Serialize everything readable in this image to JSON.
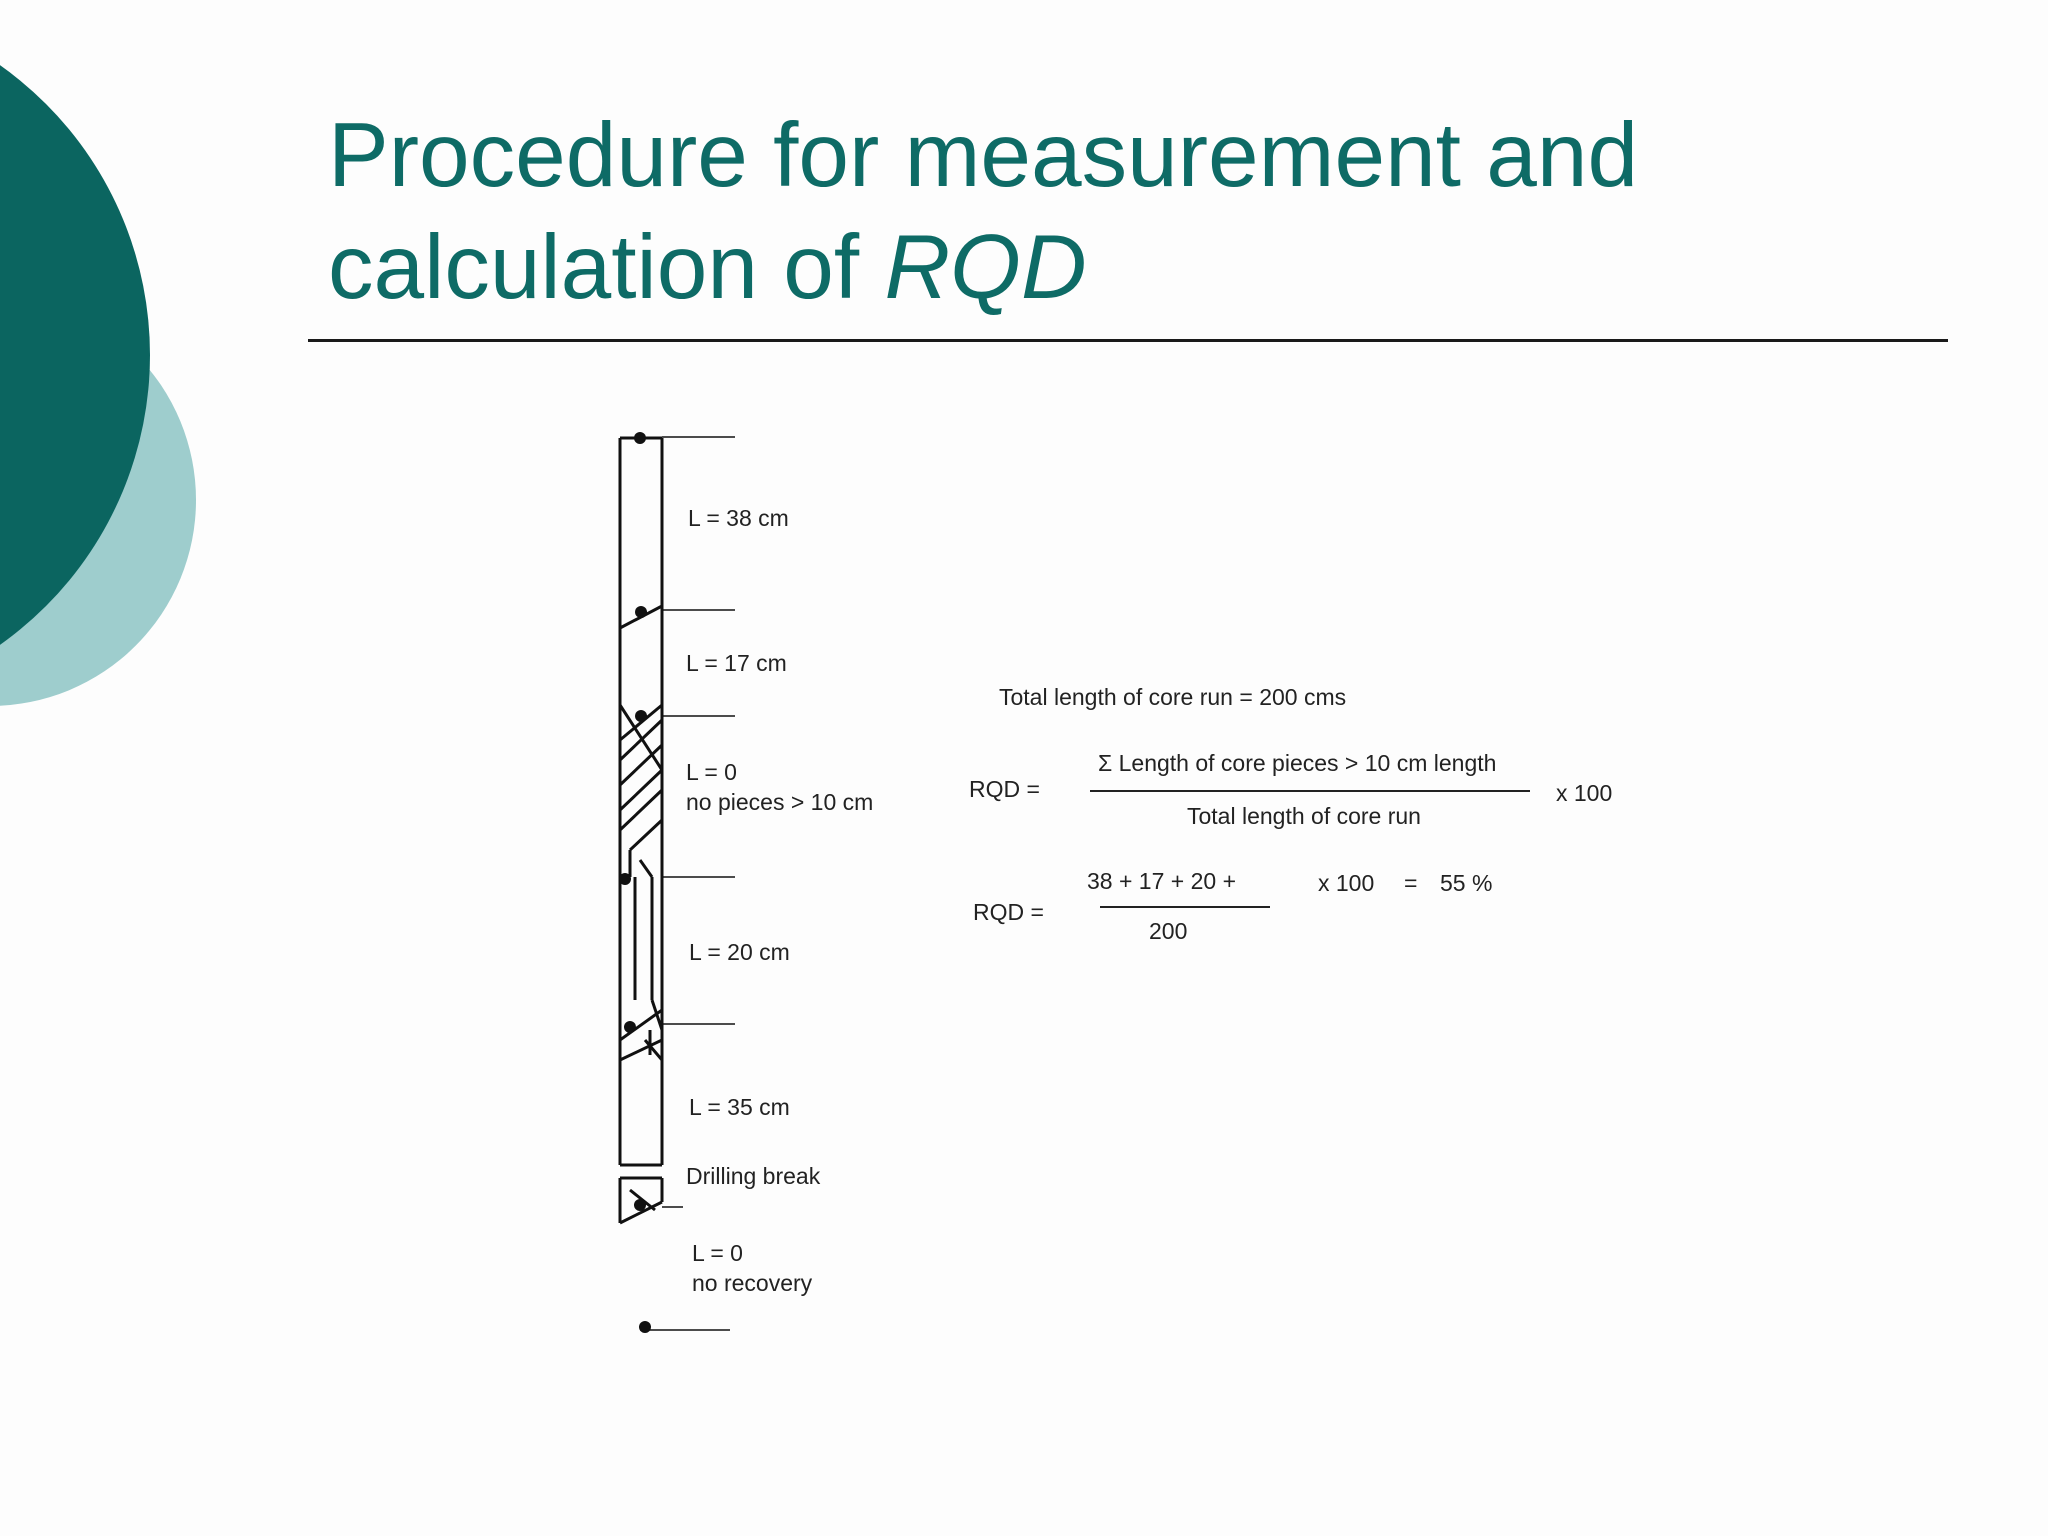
{
  "slide": {
    "title_line1": "Procedure for measurement and",
    "title_line2_prefix": "calculation of ",
    "title_line2_italic": "RQD",
    "colors": {
      "title": "#0e6b66",
      "circle_dark": "#0b6560",
      "circle_light": "#9ecdcd"
    }
  },
  "diagram": {
    "segments": [
      {
        "label": "L = 38 cm"
      },
      {
        "label": "L = 17 cm"
      },
      {
        "label_line1": "L = 0",
        "label_line2": "no pieces > 10 cm"
      },
      {
        "label": "L = 20 cm"
      },
      {
        "label": "L = 35 cm"
      },
      {
        "label": "Drilling break"
      },
      {
        "label_line1": "L = 0",
        "label_line2": "no recovery"
      }
    ]
  },
  "formula": {
    "total_length": "Total length of core run = 200 cms",
    "rqd_label": "RQD =",
    "numerator": "Σ Length of core pieces > 10 cm length",
    "denominator": "Total length of core run",
    "times100": "x 100",
    "calc_numerator": "38  +  17  +  20  +",
    "calc_denominator": "200",
    "calc_times100": "x 100",
    "equals": "=",
    "result": "55 %"
  }
}
